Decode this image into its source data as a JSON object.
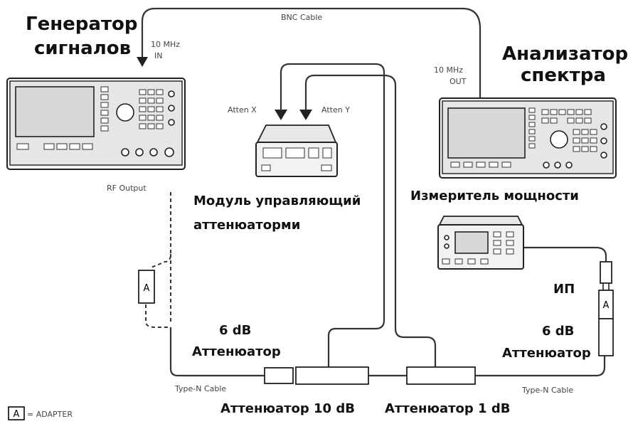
{
  "labels": {
    "generator_title_line1": "Генератор",
    "generator_title_line2": "сигналов",
    "analyzer_title_line1": "Анализатор",
    "analyzer_title_line2": "спектра",
    "power_meter_title": "Измеритель мощности",
    "control_module_line1": "Модуль управляющий",
    "control_module_line2": "аттенюаторми",
    "ip": "ИП",
    "left_atten_value": "6 dB",
    "left_atten_word": "Аттенюатор",
    "right_atten_value": "6 dB",
    "right_atten_word": "Аттенюатор",
    "atten_10db": "Аттенюатор 10 dB",
    "atten_1db": "Аттенюатор 1 dB"
  },
  "small_labels": {
    "bnc_cable": "BNC Cable",
    "gen_10mhz_line1": "10 MHz",
    "gen_10mhz_line2": "IN",
    "an_10mhz_line1": "10 MHz",
    "an_10mhz_line2": "OUT",
    "atten_x": "Atten X",
    "atten_y": "Atten Y",
    "rf_output": "RF Output",
    "type_n_cable_left": "Type-N Cable",
    "type_n_cable_right": "Type-N Cable",
    "adapter_legend": "= ADAPTER",
    "adapter_letter": "A"
  },
  "colors": {
    "line": "#333333",
    "instrument_fill": "#f2f2f2"
  },
  "icons": [
    "signal-generator",
    "spectrum-analyzer",
    "attenuator-control-module",
    "power-meter",
    "adapter",
    "attenuator"
  ]
}
